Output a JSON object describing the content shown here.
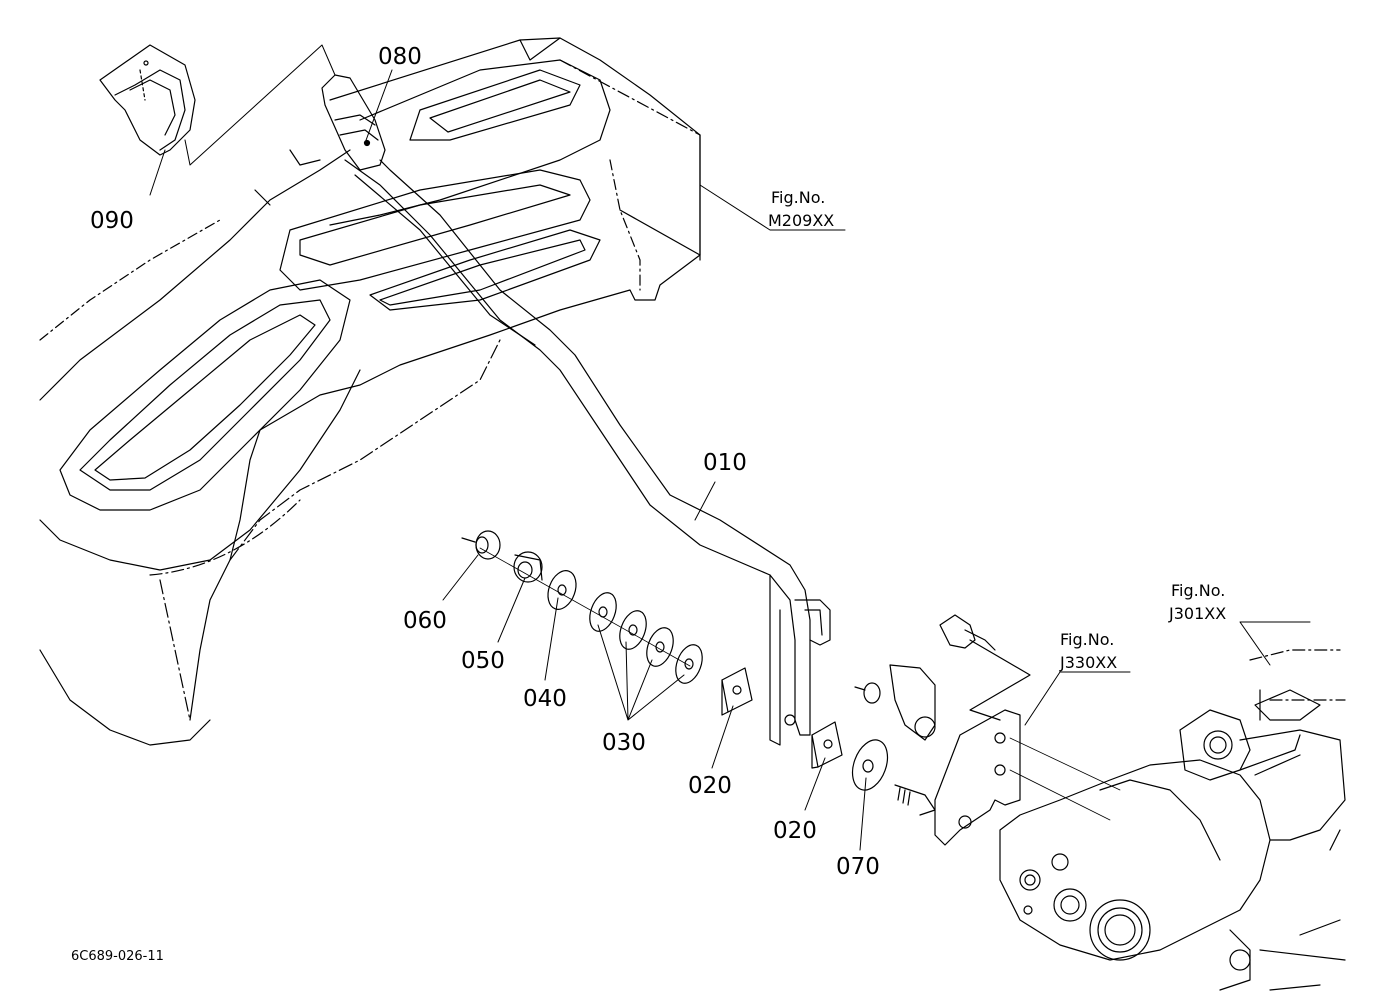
{
  "parts": {
    "p090": "090",
    "p080": "080",
    "p010": "010",
    "p060": "060",
    "p050": "050",
    "p040": "040",
    "p030": "030",
    "p020a": "020",
    "p020b": "020",
    "p070": "070"
  },
  "figs": {
    "m209": {
      "title": "Fig.No.",
      "code": "M209XX"
    },
    "j330": {
      "title": "Fig.No.",
      "code": "J330XX"
    },
    "j301": {
      "title": "Fig.No.",
      "code": "J301XX"
    }
  },
  "drawing_code": "6C689-026-11"
}
